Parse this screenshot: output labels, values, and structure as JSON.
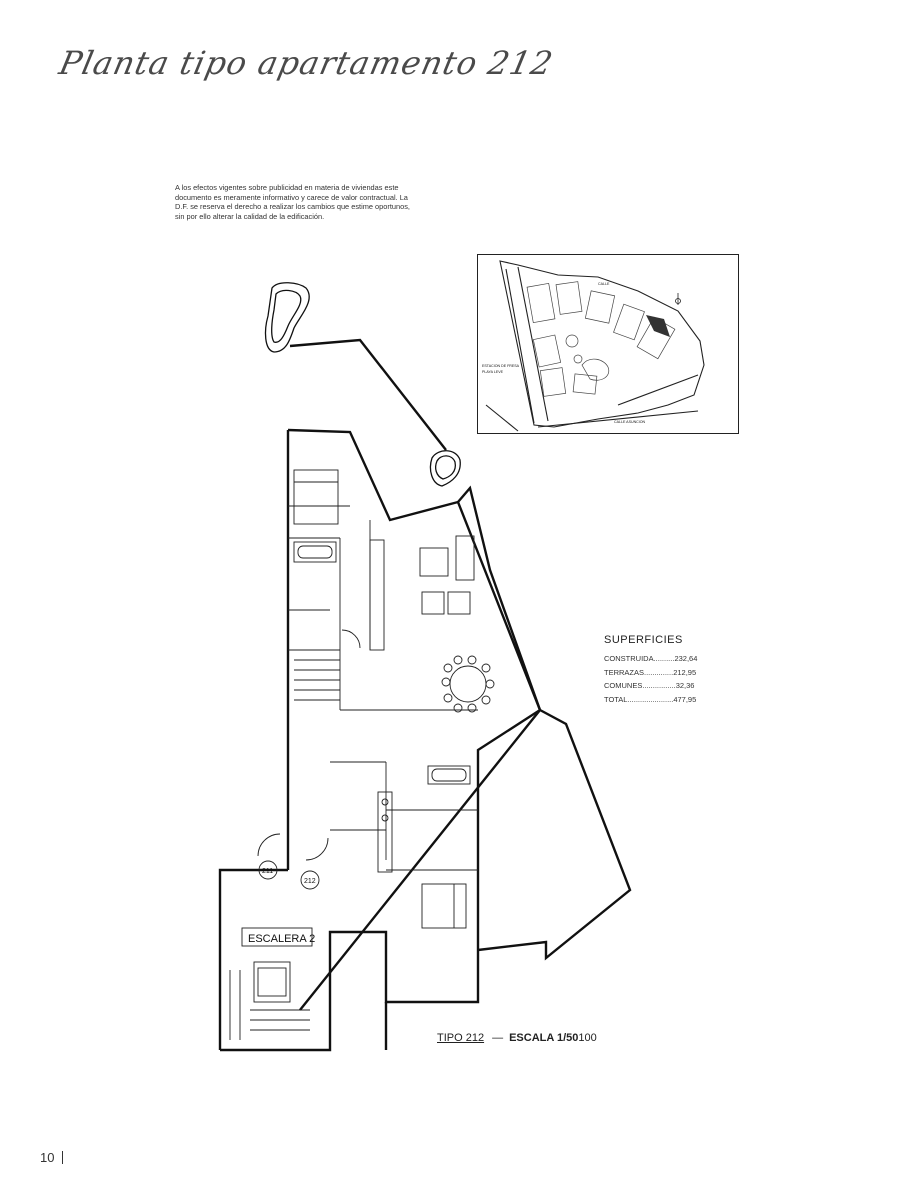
{
  "title": "Planta tipo apartamento 212",
  "disclaimer": "A los efectos vigentes sobre publicidad en materia de viviendas este documento es meramente informativo y carece de valor contractual. La D.F. se reserva el derecho a realizar los cambios que estime oportunos, sin por ello alterar la calidad de la edificación.",
  "superficies": {
    "heading": "SUPERFICIES",
    "rows": [
      {
        "label": "CONSTRUIDA",
        "value": "232,64"
      },
      {
        "label": "TERRAZAS",
        "value": "212,95"
      },
      {
        "label": "COMUNES",
        "value": "32,36"
      },
      {
        "label": "TOTAL",
        "value": "477,95"
      }
    ]
  },
  "plan": {
    "stair_label": "ESCALERA 2",
    "unit_left": "211",
    "unit_right": "212",
    "scale_tipo": "TIPO 212",
    "scale_dash": "—",
    "scale_text": "ESCALA 1/50",
    "scale_overlap": "100"
  },
  "footer": {
    "page_number": "10"
  }
}
